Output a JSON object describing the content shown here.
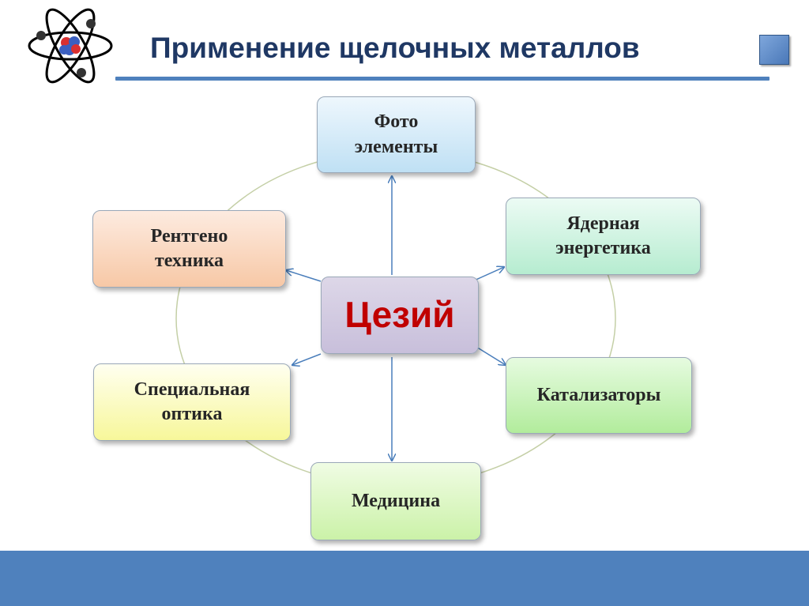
{
  "slide": {
    "title": "Применение щелочных металлов"
  },
  "diagram": {
    "center": "Цезий",
    "nodes": {
      "photo": [
        "Фото",
        "элементы"
      ],
      "nuclear": [
        "Ядерная",
        "энергетика"
      ],
      "catalysts": [
        "Катализаторы"
      ],
      "medicine": [
        "Медицина"
      ],
      "optics": [
        "Специальная",
        "оптика"
      ],
      "xray": [
        "Рентгено",
        "техника"
      ]
    }
  },
  "colors": {
    "title": "#1f3864",
    "accent": "#4f81bd",
    "center_text": "#c00000",
    "arrow": "#4a7ebb"
  }
}
